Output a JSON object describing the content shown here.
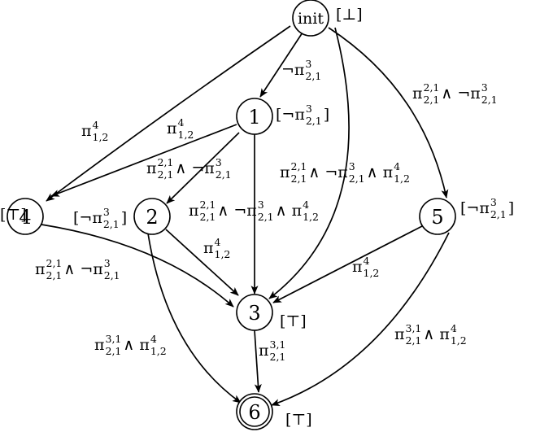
{
  "diagram": {
    "nodes": [
      {
        "id": "init",
        "label": "init",
        "annotation": "[⊥]"
      },
      {
        "id": "n1",
        "label": "1",
        "annotation": "[¬π^{3}_{2,1}]"
      },
      {
        "id": "n2",
        "label": "2",
        "annotation": "[¬π^{3}_{2,1}]"
      },
      {
        "id": "n3",
        "label": "3",
        "annotation": "[⊤]"
      },
      {
        "id": "n4",
        "label": "4",
        "annotation": "[⊤]"
      },
      {
        "id": "n5",
        "label": "5",
        "annotation": "[¬π^{3}_{2,1}]"
      },
      {
        "id": "n6",
        "label": "6",
        "annotation": "[⊤]",
        "accepting": true
      }
    ],
    "edges": [
      {
        "from": "init",
        "to": "n1",
        "label": "¬π^{3}_{2,1}"
      },
      {
        "from": "init",
        "to": "n4",
        "label": "π^{4}_{1,2}"
      },
      {
        "from": "init",
        "to": "n5",
        "label": "π^{2,1}_{2,1} ∧ ¬π^{3}_{2,1}"
      },
      {
        "from": "init",
        "to": "n3",
        "label": "π^{2,1}_{2,1} ∧ ¬π^{3}_{2,1} ∧ π^{4}_{1,2}"
      },
      {
        "from": "n1",
        "to": "n4",
        "label": "π^{4}_{1,2}"
      },
      {
        "from": "n1",
        "to": "n2",
        "label": "π^{2,1}_{2,1} ∧ ¬π^{3}_{2,1}"
      },
      {
        "from": "n1",
        "to": "n3",
        "label": "π^{2,1}_{2,1} ∧ ¬π^{3}_{2,1} ∧ π^{4}_{1,2}"
      },
      {
        "from": "n2",
        "to": "n3",
        "label": "π^{4}_{1,2}"
      },
      {
        "from": "n2",
        "to": "n6",
        "label": "π^{3,1}_{2,1} ∧ π^{4}_{1,2}"
      },
      {
        "from": "n4",
        "to": "n3",
        "label": "π^{2,1}_{2,1} ∧ ¬π^{3}_{2,1}"
      },
      {
        "from": "n5",
        "to": "n3",
        "label": "π^{4}_{1,2}"
      },
      {
        "from": "n5",
        "to": "n6",
        "label": "π^{3,1}_{2,1} ∧ π^{4}_{1,2}"
      },
      {
        "from": "n3",
        "to": "n6",
        "label": "π^{3,1}_{2,1}"
      }
    ]
  }
}
